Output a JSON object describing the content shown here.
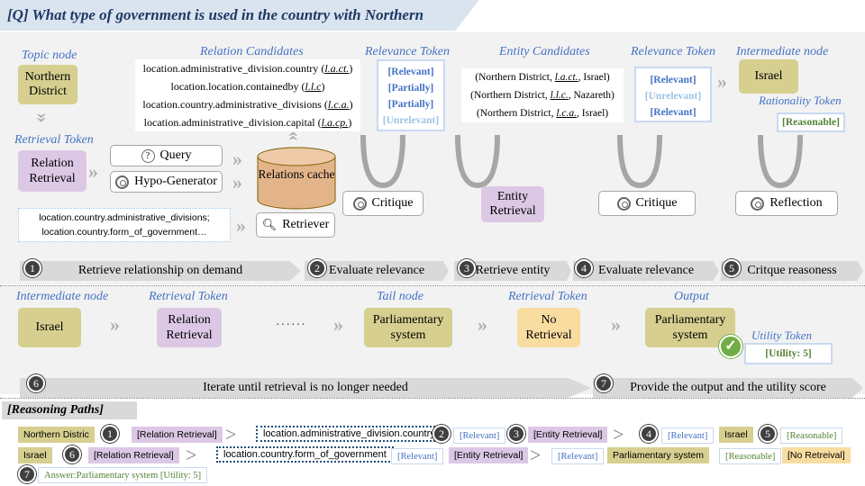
{
  "question": "[Q] What type of government is used in the country with Northern District?",
  "labels": {
    "topic_node": "Topic node",
    "retrieval_token": "Retrieval Token",
    "relation_candidates": "Relation Candidates",
    "relevance_token": "Relevance Token",
    "entity_candidates": "Entity Candidates",
    "relevance_token2": "Relevance Token",
    "intermediate_node": "Intermediate node",
    "rationality_token": "Rationality Token",
    "intermediate_node2": "Intermediate node",
    "retrieval_token2": "Retrieval Token",
    "tail_node": "Tail node",
    "retrieval_token3": "Retrieval Token",
    "output": "Output",
    "utility_token": "Utility Token",
    "reasoning_paths": "[Reasoning Paths]"
  },
  "nodes": {
    "northern_district": "Northern District",
    "relation_retrieval": "Relation Retrieval",
    "query": "Query",
    "hypo_generator": "Hypo-Generator",
    "relations_cache": "Relations cache",
    "retriever": "Retriever",
    "critique1": "Critique",
    "entity_retrieval": "Entity Retrieval",
    "critique2": "Critique",
    "israel": "Israel",
    "reflection": "Reflection",
    "israel2": "Israel",
    "relation_retrieval2": "Relation Retrieval",
    "ellipsis": "······",
    "parliamentary": "Parliamentary system",
    "no_retrieval": "No Retrieval",
    "parliamentary2": "Parliamentary system"
  },
  "hypo_output": [
    "location.country.administrative_divisions;",
    "location.country.form_of_government…"
  ],
  "relation_candidates": [
    {
      "text": "location.administrative_division.country",
      "abbr": "l.a.ct."
    },
    {
      "text": "location.location.containedby",
      "abbr": "l.l.c"
    },
    {
      "text": "location.country.administrative_divisions",
      "abbr": "l.c.a."
    },
    {
      "text": "location.administrative_division.capital",
      "abbr": "l.a.cp."
    }
  ],
  "relevance_tokens1": [
    "[Relevant]",
    "[Partially]",
    "[Partially]",
    "[Unrelevant]"
  ],
  "entity_candidates": [
    {
      "pre": "(Northern District, ",
      "abbr": "l.a.ct.",
      "post": ", Israel)"
    },
    {
      "pre": "(Northern District, ",
      "abbr": "l.l.c.",
      "post": ", Nazareth)"
    },
    {
      "pre": "(Northern District, ",
      "abbr": "l.c.a.",
      "post": ", Israel)"
    }
  ],
  "relevance_tokens2": [
    "[Relevant]",
    "[Unrelevant]",
    "[Relevant]"
  ],
  "rationality": "[Reasonable]",
  "utility": "[Utility: 5]",
  "steps": [
    {
      "num": "1",
      "label": "Retrieve relationship on demand"
    },
    {
      "num": "2",
      "label": "Evaluate relevance"
    },
    {
      "num": "3",
      "label": "Retrieve entity"
    },
    {
      "num": "4",
      "label": "Evaluate  relevance"
    },
    {
      "num": "5",
      "label": "Critque reasoness"
    },
    {
      "num": "6",
      "label": "Iterate until retrieval is no longer needed"
    },
    {
      "num": "7",
      "label": "Provide the output and the utility score"
    }
  ],
  "paths": {
    "r1": [
      "Northern Distric",
      "[Relation Retrieval]",
      "location.administrative_division.country",
      "[Relevant]",
      "[Entity Retrieval]",
      "[Relevant]",
      "Israel",
      "[Reasonable]"
    ],
    "r2": [
      "Israel",
      "[Relation Retrieval]",
      "location.country.form_of_government",
      "[Relevant]",
      "[Entity Retrieval]",
      "[Relevant]",
      "Parliamentary system",
      "[Reasonable]",
      "[No Retreival]"
    ],
    "r3": [
      "Answer:Parliamentary system [Utility: 5]"
    ]
  },
  "colors": {
    "blue_label": "#4472c4",
    "olive": "#d6cf8f",
    "purple": "#dcc8e5",
    "yellow": "#f9dca0",
    "green_token": "#548235"
  }
}
